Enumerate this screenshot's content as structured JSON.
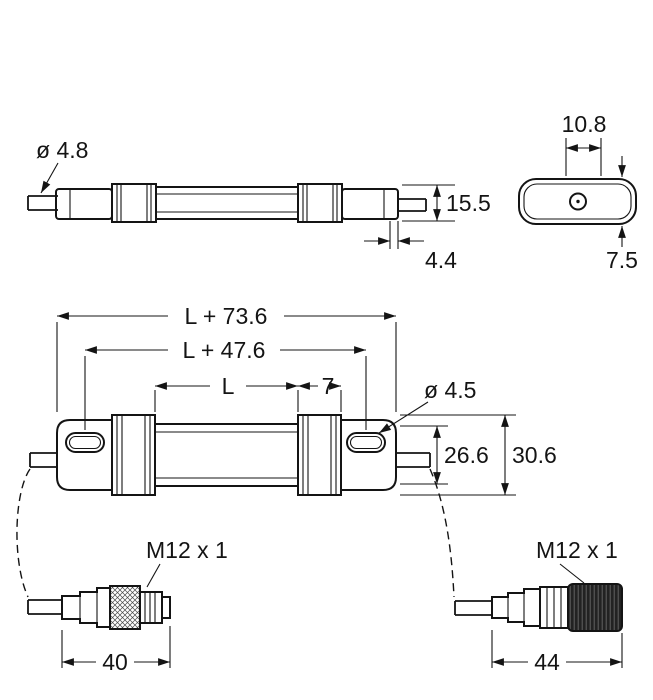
{
  "drawing": {
    "side_view": {
      "cable_diameter": "ø 4.8",
      "height": "15.5",
      "gland_length": "4.4"
    },
    "end_view": {
      "width": "10.8",
      "height": "7.5"
    },
    "top_view": {
      "overall_length": "L + 73.6",
      "hole_spacing": "L + 47.6",
      "body_length": "L",
      "clamp_length": "7",
      "hole_diameter": "ø 4.5",
      "body_height": "26.6",
      "overall_height": "30.6"
    },
    "connector_left": {
      "thread": "M12 x 1",
      "length": "40"
    },
    "connector_right": {
      "thread": "M12 x 1",
      "length": "44"
    }
  }
}
